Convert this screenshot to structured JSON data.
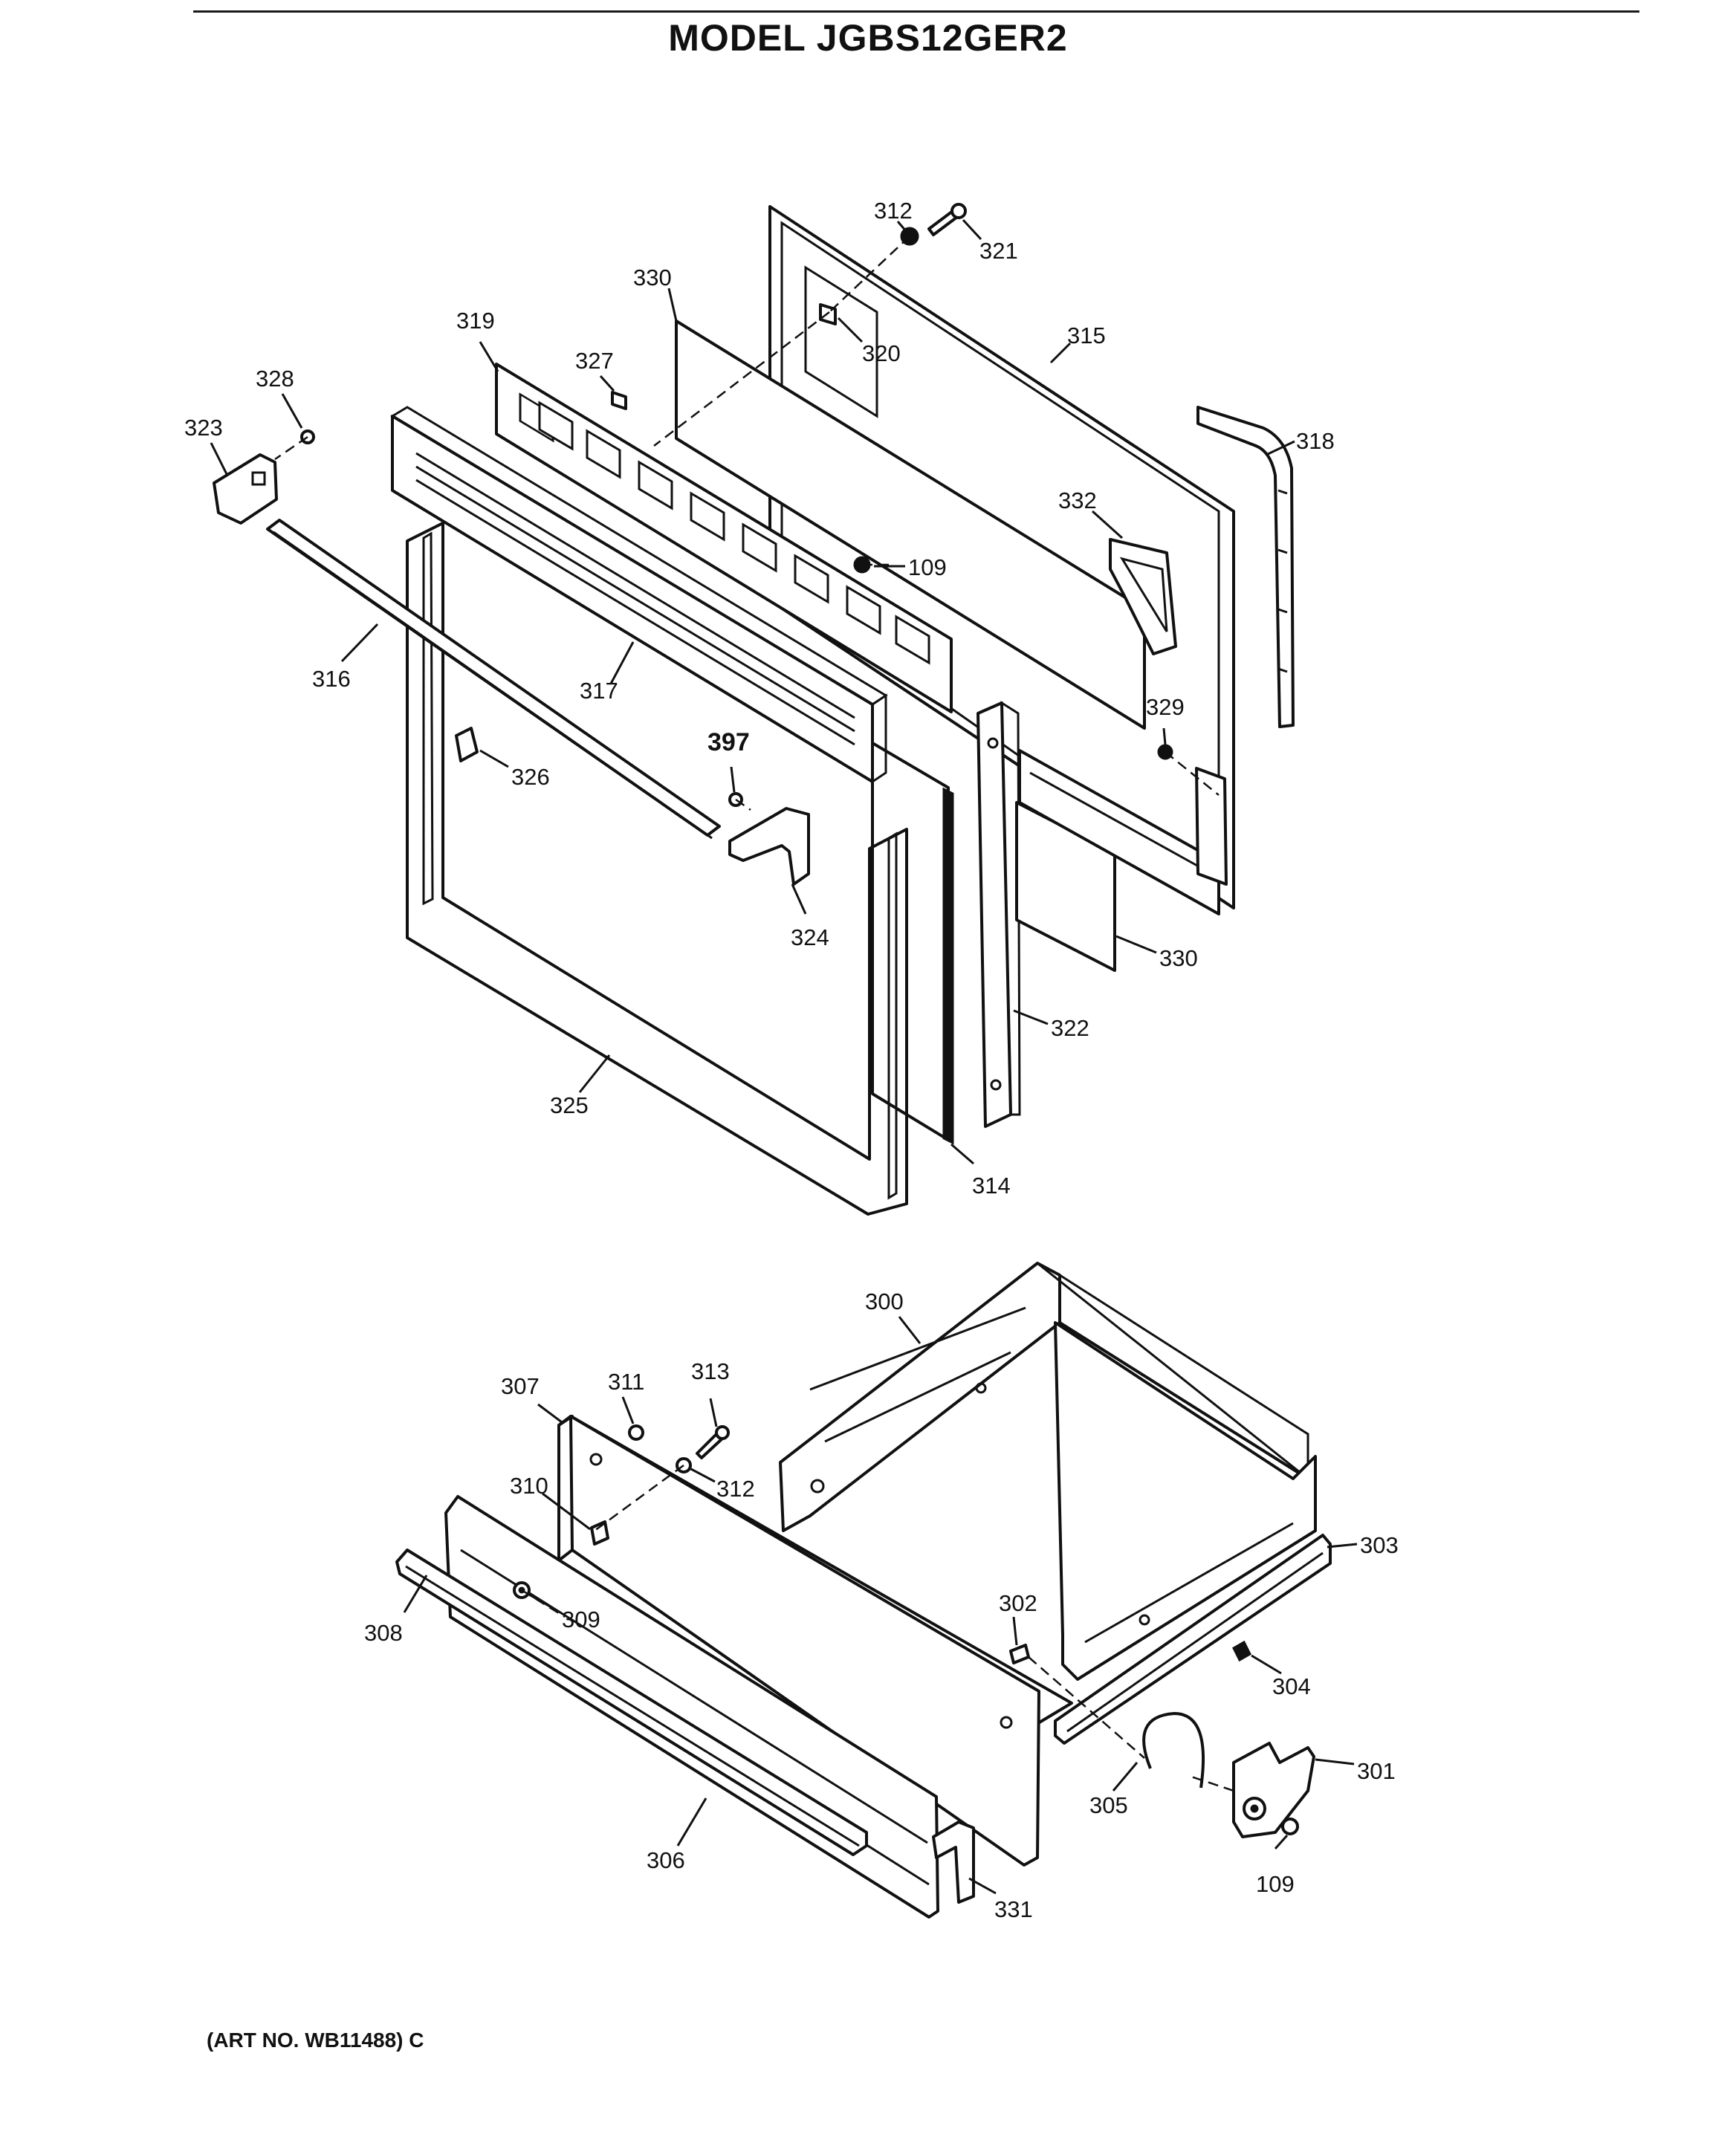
{
  "title": "MODEL JGBS12GER2",
  "art_number": "(ART NO. WB11488) C",
  "part_labels": {
    "p312a": "312",
    "p321": "321",
    "p330a": "330",
    "p320": "320",
    "p315": "315",
    "p319": "319",
    "p327": "327",
    "p328": "328",
    "p323": "323",
    "p318": "318",
    "p332": "332",
    "p109a": "109",
    "p316": "316",
    "p317": "317",
    "p397": "397",
    "p329": "329",
    "p326": "326",
    "p324": "324",
    "p330b": "330",
    "p322": "322",
    "p325": "325",
    "p314": "314",
    "p300": "300",
    "p307": "307",
    "p311": "311",
    "p313": "313",
    "p310": "310",
    "p312b": "312",
    "p303": "303",
    "p302": "302",
    "p308": "308",
    "p309": "309",
    "p304": "304",
    "p301": "301",
    "p305": "305",
    "p306": "306",
    "p109b": "109",
    "p331": "331"
  }
}
